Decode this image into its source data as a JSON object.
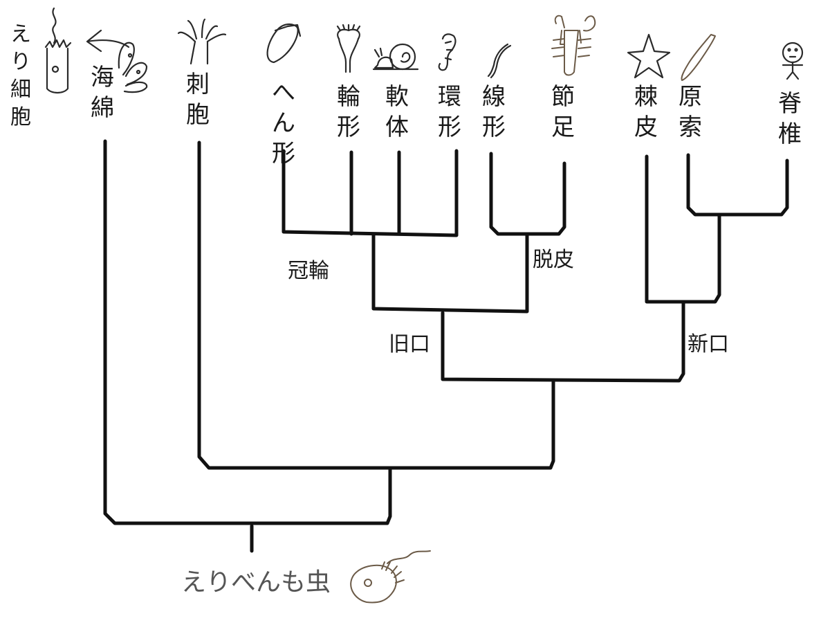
{
  "taxa": {
    "choanoflagellate": "えり細胞",
    "sponge": "海綿",
    "cnidarian": "刺胞",
    "flatworm": "へん形",
    "rotifer": "輪形",
    "mollusc": "軟体",
    "annelid": "環形",
    "nematode": "線形",
    "arthropod": "節足",
    "echinoderm": "棘皮",
    "chordate": "原索",
    "vertebrate": "脊椎"
  },
  "clades": {
    "lophotrochozoa": "冠輪",
    "ecdysozoa": "脱皮",
    "protostomia": "旧口",
    "deuterostomia": "新口"
  },
  "root": {
    "label": "えりべんも虫"
  },
  "icons": [
    "choanocyte-icon",
    "sponge-icon",
    "hydra-icon",
    "flatworm-icon",
    "rotifer-icon",
    "snail-icon",
    "annelid-icon",
    "nematode-icon",
    "crayfish-icon",
    "starfish-icon",
    "lancelet-icon",
    "stick-figure-icon",
    "choanoflagellate-icon",
    "curved-arrow-icon"
  ]
}
